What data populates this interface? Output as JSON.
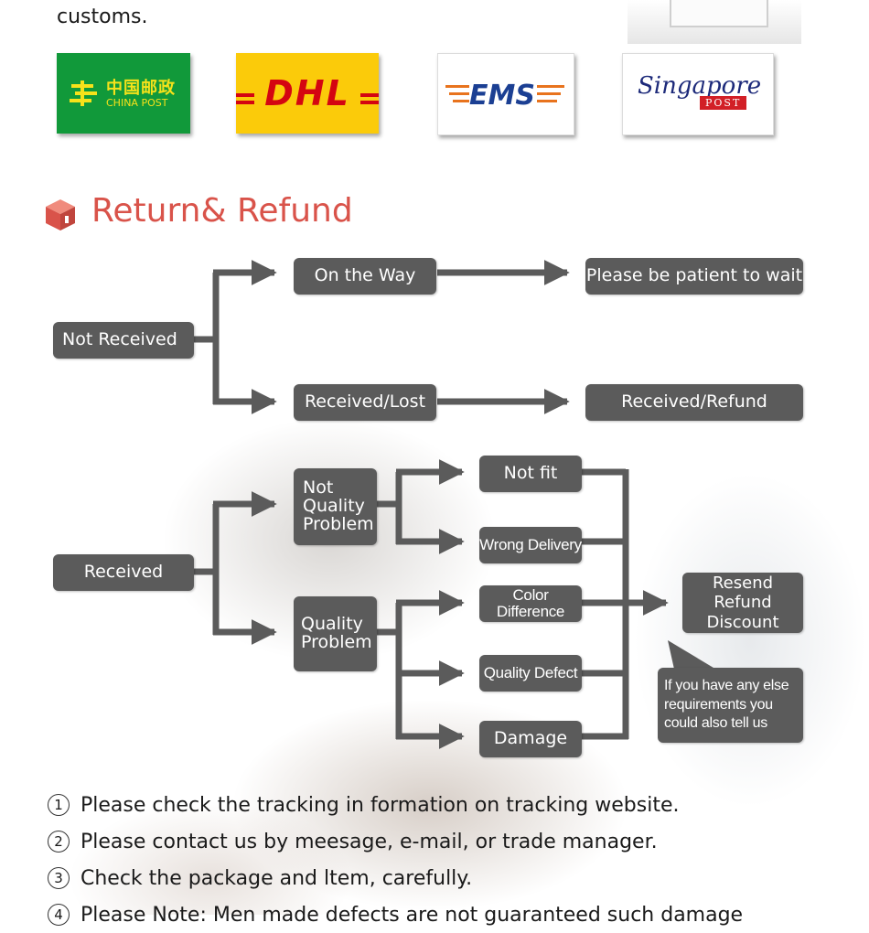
{
  "shipping": {
    "intro_text": "customs.",
    "carriers": [
      {
        "name": "China Post",
        "label_cn": "中国邮政",
        "label_en": "CHINA POST",
        "color": "#11993a"
      },
      {
        "name": "DHL",
        "label": "DHL",
        "color": "#fbcb0a"
      },
      {
        "name": "EMS",
        "label": "EMS",
        "color": "#1b3f93"
      },
      {
        "name": "Singapore Post",
        "script": "Singapore",
        "badge": "POST",
        "color": "#d21f26"
      }
    ]
  },
  "section": {
    "title": "Return& Refund",
    "accent": "#d9534a"
  },
  "flow": {
    "not_received": {
      "root": "Not Received",
      "on_the_way": "On the Way",
      "wait": "Please be patient to wait",
      "received_lost": "Received/Lost",
      "received_refund": "Received/Refund"
    },
    "received": {
      "root": "Received",
      "not_quality_problem": "Not\nQuality\nProblem",
      "quality_problem": "Quality\nProblem",
      "not_fit": "Not fit",
      "wrong_delivery": "Wrong Delivery",
      "color_difference": "Color Difference",
      "quality_defect": "Quality Defect",
      "damage": "Damage",
      "outcome": "Resend\nRefund\nDiscount",
      "callout": "If you have any else\nrequirements you\ncould also tell us"
    },
    "box_color": "#5b5b5b"
  },
  "notes": [
    {
      "num": "1",
      "text": "Please check the tracking in formation on tracking website."
    },
    {
      "num": "2",
      "text": "Please contact us by meesage, e-mail, or trade manager."
    },
    {
      "num": "3",
      "text": "Check the package and ltem, carefully."
    },
    {
      "num": "4",
      "text": "Please Note: Men made defects  are not guaranteed such damage"
    }
  ]
}
